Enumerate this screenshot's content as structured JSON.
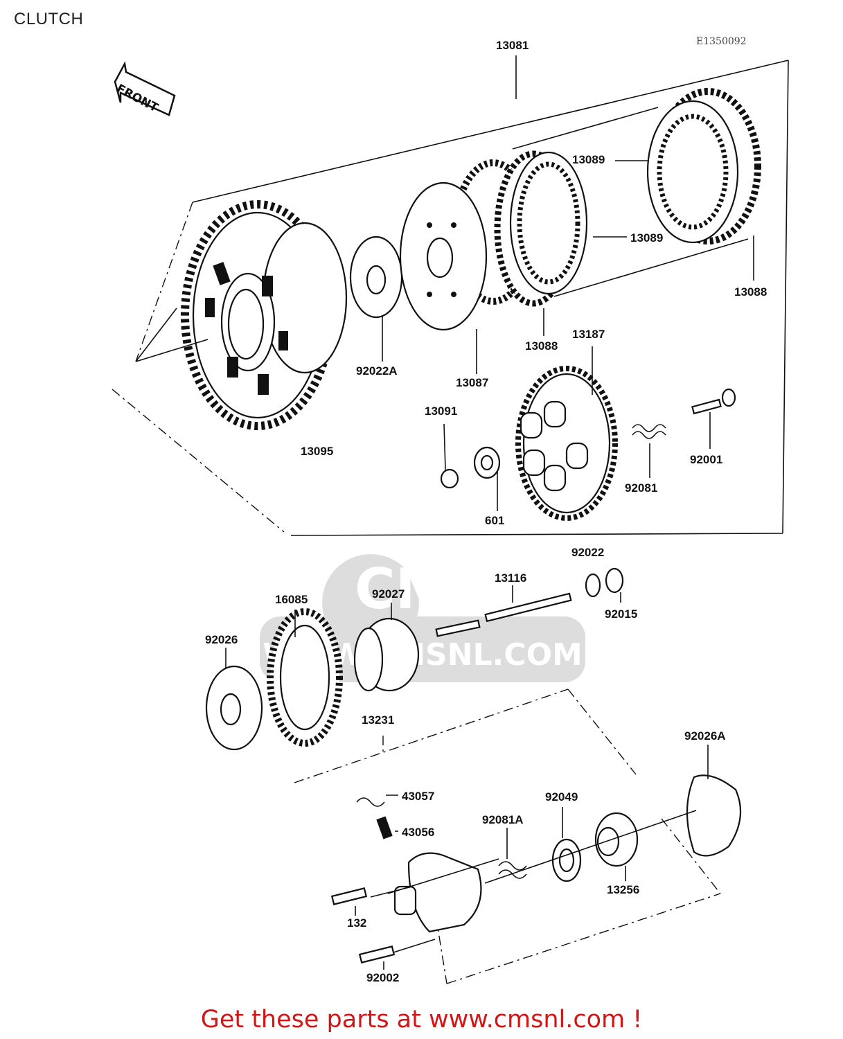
{
  "page": {
    "title": "CLUTCH",
    "drawing_code": "E1350092",
    "front_arrow_label": "FRONT",
    "footer_text": "Get these parts at www.cmsnl.com !",
    "watermark": {
      "brand": "CMS",
      "site": "WWW.CMSNL.COM"
    }
  },
  "colors": {
    "footer": "#d41515",
    "line": "#111111",
    "background": "#ffffff"
  },
  "parts": {
    "p13081": "13081",
    "p13089a": "13089",
    "p13089b": "13089",
    "p13088a": "13088",
    "p13088b": "13088",
    "p13087": "13087",
    "p13187": "13187",
    "p92022A": "92022A",
    "p13095": "13095",
    "p13091": "13091",
    "p601": "601",
    "p92081": "92081",
    "p92001": "92001",
    "p92022": "92022",
    "p13116": "13116",
    "p92015": "92015",
    "p92027": "92027",
    "p16085": "16085",
    "p92026": "92026",
    "p13231": "13231",
    "p92026A": "92026A",
    "p43057": "43057",
    "p43056": "43056",
    "p92081A": "92081A",
    "p92049": "92049",
    "p13256": "13256",
    "p132": "132",
    "p92002": "92002"
  }
}
